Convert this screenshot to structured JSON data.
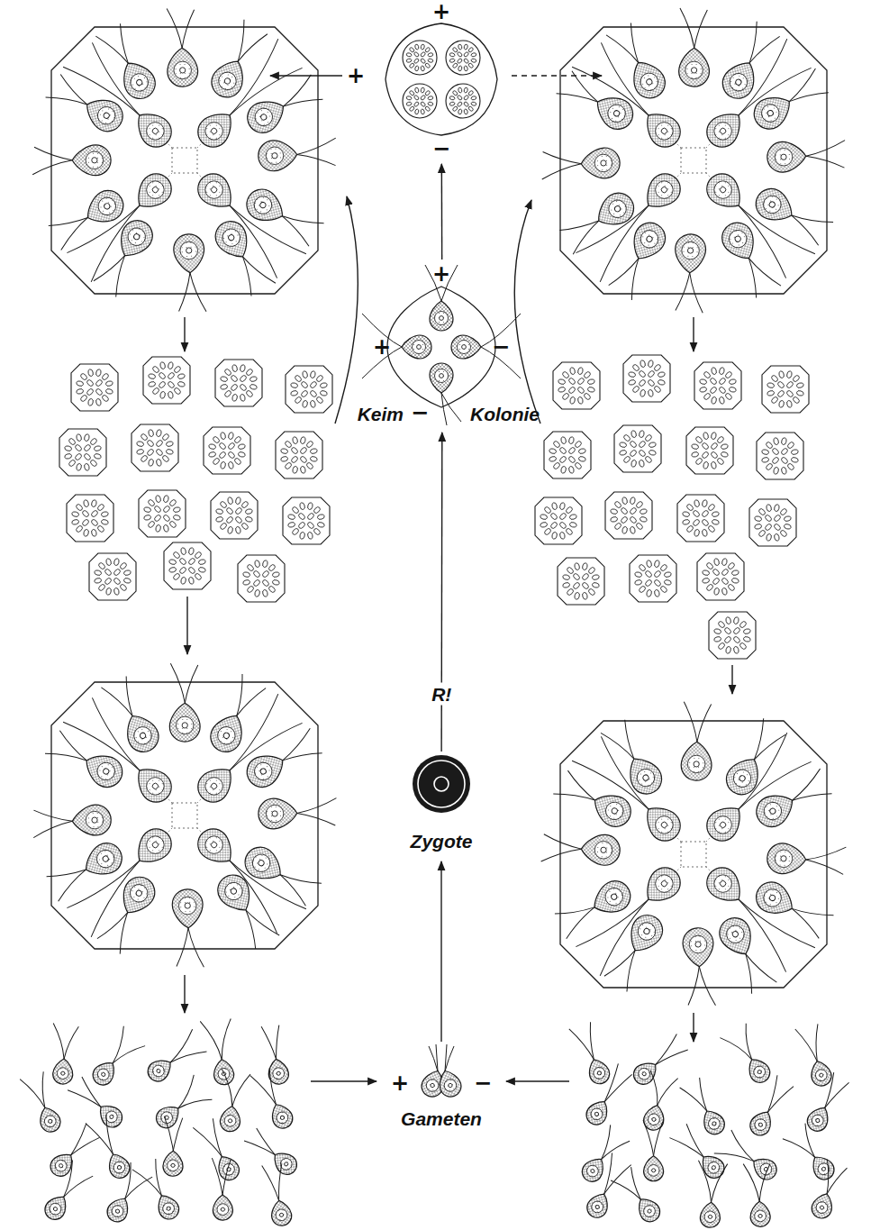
{
  "diagram": {
    "nodes": [
      {
        "text": [
          "+",
          "−"
        ]
      },
      {
        "text": [
          "+",
          "+",
          "−",
          "−",
          "Keim",
          "Kolonie"
        ]
      },
      {
        "text": [
          "Zygote"
        ]
      },
      {
        "text": [
          "+",
          "−",
          "Gameten"
        ]
      }
    ],
    "edges": [
      {
        "from": 3,
        "to": 2,
        "arrow": "to"
      },
      {
        "from": 2,
        "to": 1,
        "label": "R!",
        "arrow": "to"
      },
      {
        "from": 1,
        "to": 0,
        "arrow": "to"
      }
    ],
    "labels": [
      "+"
    ]
  }
}
